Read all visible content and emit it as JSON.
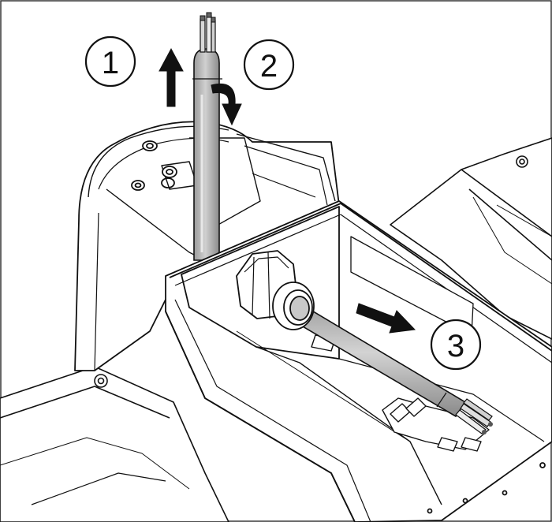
{
  "steps": [
    {
      "number": "1",
      "action": "arrow-up-icon"
    },
    {
      "number": "2",
      "action": "arrow-curved-icon"
    },
    {
      "number": "3",
      "action": "arrow-right-icon"
    }
  ],
  "colors": {
    "line": "#111111",
    "cable": "#b9b9b9",
    "cable_shadow": "#8f8f8f",
    "panel": "#ffffff",
    "shade": "#e6e6e6",
    "arrow": "#111111"
  }
}
